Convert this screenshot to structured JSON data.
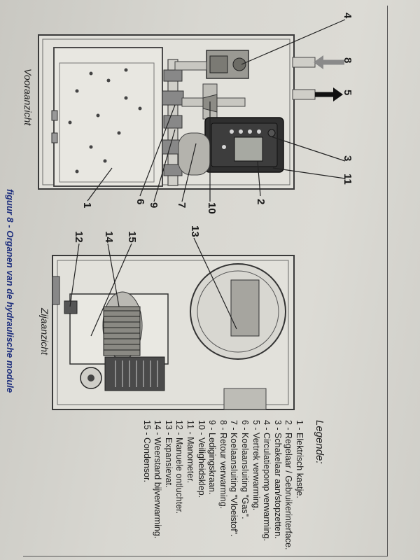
{
  "figure_caption": "figuur 8 - Organen van de hydraulische module",
  "front_view_label": "Vooraanzicht",
  "side_view_label": "Zijaanzicht",
  "legend": {
    "heading": "Legende:",
    "items": [
      "1 - Elektrisch kastje.",
      "2 - Regelaar / Gebruikerinterface.",
      "3 - Schakelaar aan/stopzetten.",
      "4 - Circulatiepomp verwarming.",
      "5 - Vertrek verwarming.",
      "6 - Koelaansluiting \"Gas\".",
      "7 - Koelaansluiting \"Vloeistof\".",
      "8 - Retour verwarming.",
      "9 - Ledigingskraan.",
      "10 - Veiligheidsklep.",
      "11 - Manometer.",
      "12 - Manuele ontluchter.",
      "13 - Expansievat.",
      "14 - Weerstand bijverwarming.",
      "15 - Condensor."
    ]
  },
  "front_callouts": [
    "1",
    "2",
    "3",
    "4",
    "5",
    "6",
    "7",
    "8",
    "9",
    "10",
    "11"
  ],
  "side_callouts": [
    "12",
    "13",
    "14",
    "15"
  ]
}
